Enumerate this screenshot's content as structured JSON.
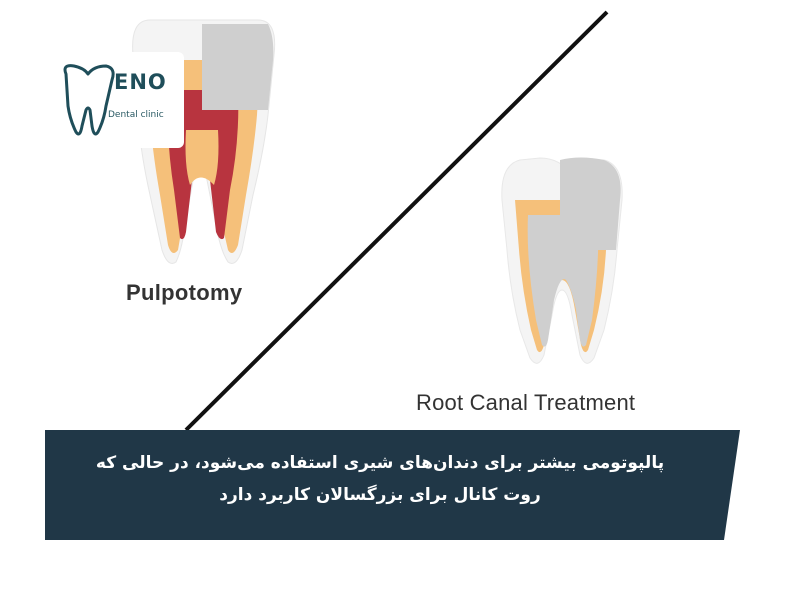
{
  "logo": {
    "name": "ENO",
    "subtitle": "Dental clinic"
  },
  "labels": {
    "pulpotomy": "Pulpotomy",
    "root_canal": "Root Canal Treatment"
  },
  "banner": {
    "text": "پالپوتومی بیشتر برای دندان‌های شیری استفاده می‌شود، در حالی که روت کانال برای بزرگسالان کاربرد دارد"
  },
  "icons": [
    "tooth-logo-icon",
    "pulpotomy-tooth-illustration",
    "root-canal-tooth-illustration"
  ],
  "colors": {
    "banner": "#203747",
    "enamel": "#f2f2f2",
    "dentin": "#f6c27a",
    "pulp_red": "#b5323c",
    "filling_grey": "#cfcfcf",
    "logo_teal": "#1f4e5a",
    "divider": "#111111"
  }
}
